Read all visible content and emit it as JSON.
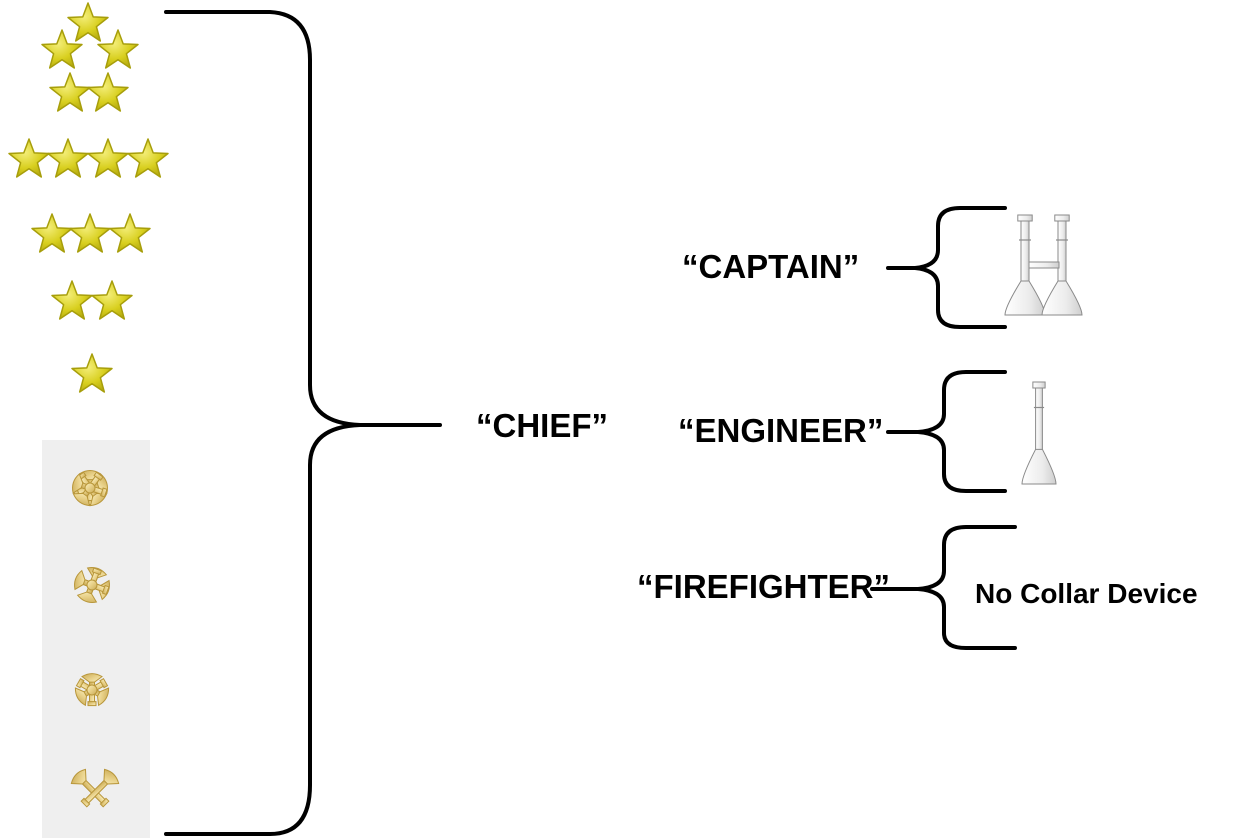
{
  "labels": {
    "chief": "“CHIEF”",
    "captain": "“CAPTAIN”",
    "engineer": "“ENGINEER”",
    "firefighter": "“FIREFIGHTER”",
    "no_device": "No Collar Device"
  },
  "insignia": {
    "stars": [
      {
        "rank_icon": "five-star-pentagon-icon",
        "count": 5
      },
      {
        "rank_icon": "four-star-row-icon",
        "count": 4
      },
      {
        "rank_icon": "three-star-row-icon",
        "count": 3
      },
      {
        "rank_icon": "two-star-row-icon",
        "count": 2
      },
      {
        "rank_icon": "one-star-icon",
        "count": 1
      }
    ],
    "bugles": [
      {
        "rank_icon": "five-crossed-bugles-icon",
        "count": 5
      },
      {
        "rank_icon": "four-crossed-bugles-icon",
        "count": 4
      },
      {
        "rank_icon": "three-crossed-bugles-icon",
        "count": 3
      },
      {
        "rank_icon": "two-crossed-bugles-icon",
        "count": 2
      }
    ],
    "captain_device": {
      "rank_icon": "two-parallel-bugles-icon",
      "count": 2
    },
    "engineer_device": {
      "rank_icon": "single-bugle-icon",
      "count": 1
    }
  },
  "colors": {
    "star_fill": "#d8cf1e",
    "star_stroke": "#a79e0b",
    "bugle_fill": "#e7cf86",
    "bugle_stroke": "#b8963a",
    "silver_fill": "#f4f4f4",
    "silver_stroke": "#8a8a8a",
    "panel_bg": "#efefef",
    "line": "#000000"
  }
}
